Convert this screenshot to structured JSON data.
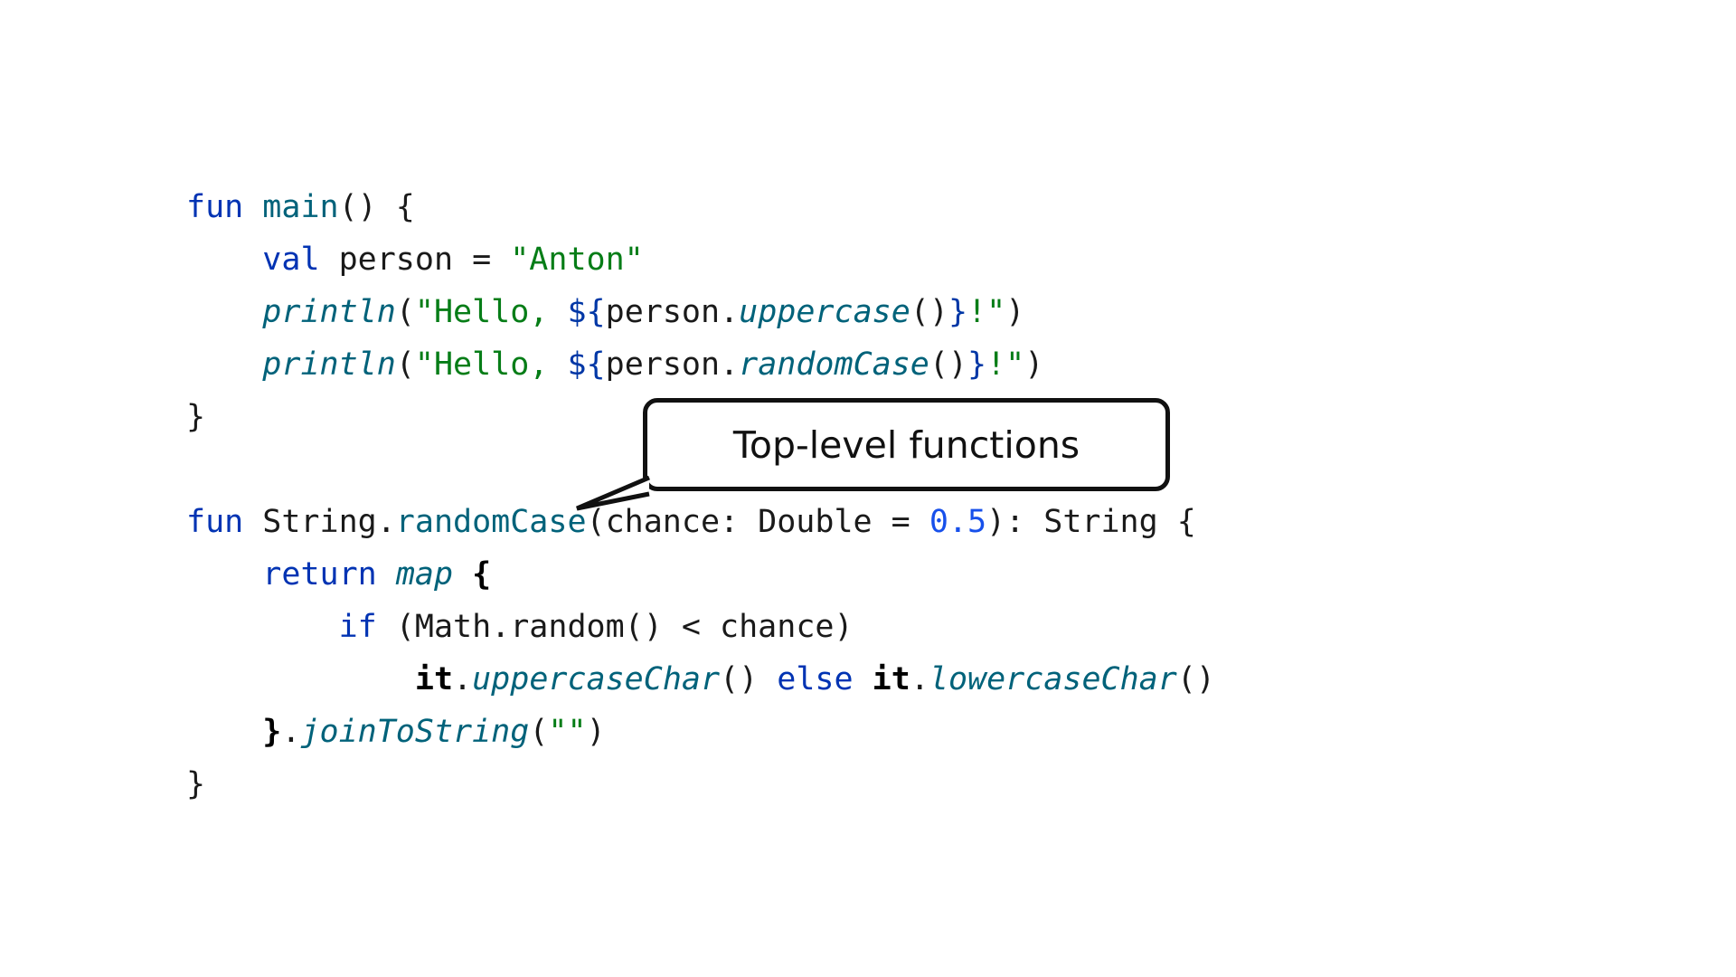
{
  "callout": {
    "text": "Top-level functions"
  },
  "code": {
    "l1": [
      "fun",
      " ",
      "main",
      "() {"
    ],
    "l2": [
      "    ",
      "val",
      " person = ",
      "\"Anton\""
    ],
    "l3": [
      "    ",
      "println",
      "(",
      "\"Hello, ",
      "${",
      "person.",
      "uppercase",
      "()",
      "}",
      "!\"",
      ")"
    ],
    "l4": [
      "    ",
      "println",
      "(",
      "\"Hello, ",
      "${",
      "person.",
      "randomCase",
      "()",
      "}",
      "!\"",
      ")"
    ],
    "l5": [
      "}"
    ],
    "l6": [
      ""
    ],
    "l7": [
      "fun",
      " String.",
      "randomCase",
      "(chance: Double = ",
      "0.5",
      "): String {"
    ],
    "l8": [
      "    ",
      "return",
      " ",
      "map",
      " ",
      "{"
    ],
    "l9": [
      "        ",
      "if",
      " (Math.random() < chance)"
    ],
    "l10": [
      "            ",
      "it",
      ".",
      "uppercaseChar",
      "() ",
      "else",
      " ",
      "it",
      ".",
      "lowercaseChar",
      "()"
    ],
    "l11": [
      "    ",
      "}",
      ".",
      "joinToString",
      "(",
      "\"\"",
      ")"
    ],
    "l12": [
      "}"
    ]
  },
  "colors": {
    "keyword": "#0033b3",
    "function": "#00627a",
    "string": "#067d17",
    "number": "#1750eb",
    "text": "#1a1a1a"
  }
}
